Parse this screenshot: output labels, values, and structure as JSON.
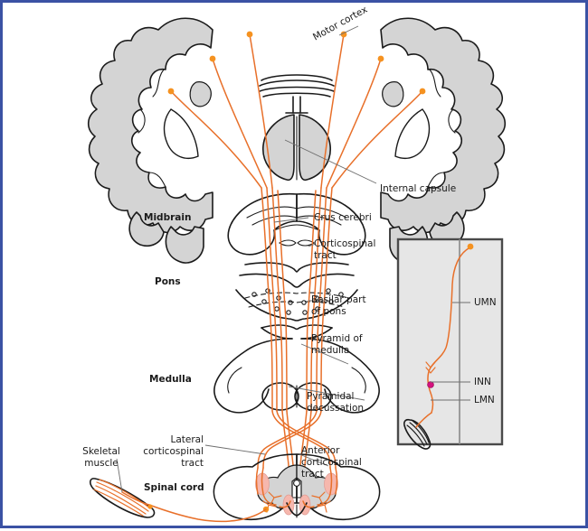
{
  "figure": {
    "title": "Corticospinal (pyramidal) tract",
    "frame_color": "#3b52a4",
    "fiber_color": "#e8702a",
    "gray_matter_color": "#d4d4d4",
    "tract_highlight_color": "#f6b7ad",
    "synapse_color": "#d6127f",
    "leader_color": "#6e6e6e",
    "outline_color": "#1a1a1a",
    "inset_bg_color": "#e6e6e6",
    "inset_border_color": "#4a4a4a"
  },
  "labels": {
    "motor_cortex": "Motor cortex",
    "internal_capsule": "Internal capsule",
    "midbrain": "Midbrain",
    "crus_cerebri": "Crus cerebri",
    "corticospinal_tract": "Corticospinal\ntract",
    "pons": "Pons",
    "basilar_part_of_pons": "Basilar part\nof pons",
    "medulla": "Medulla",
    "pyramid_of_medulla": "Pyramid of\nmedulla",
    "pyramidal_decussation": "Pyramidal\ndecussation",
    "lateral_corticospinal_tract": "Lateral\ncorticospinal\ntract",
    "anterior_corticospinal_tract": "Anterior\ncorticospinal\ntract",
    "skeletal_muscle": "Skeletal\nmuscle",
    "spinal_cord": "Spinal cord"
  },
  "inset": {
    "umn": "UMN",
    "inn": "INN",
    "lmn": "LMN"
  }
}
